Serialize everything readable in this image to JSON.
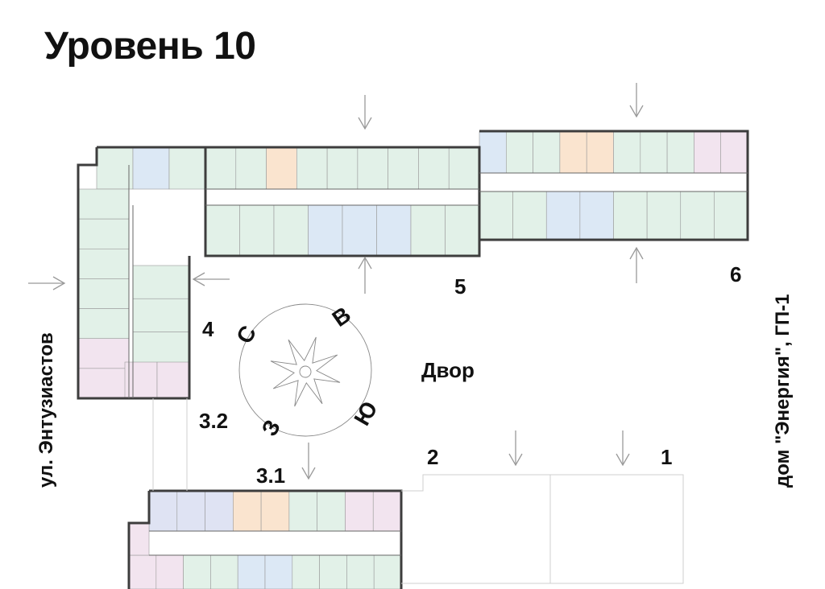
{
  "title": "Уровень 10",
  "street_label": "ул. Энтузиастов",
  "neighbor_label": "дом \"Энергия\", ГП-1",
  "yard_label": "Двор",
  "section_labels": {
    "s1": "1",
    "s2": "2",
    "s31": "3.1",
    "s32": "3.2",
    "s4": "4",
    "s5": "5",
    "s6": "6"
  },
  "compass": {
    "north": "С",
    "east": "В",
    "south": "Ю",
    "west": "З"
  },
  "colors": {
    "studio": "#dce8f5",
    "one_room": "#fae4cf",
    "two_room": "#e2f1e8",
    "three_room": "#f2e4ef",
    "four_room": "#dfe3f3",
    "wall": "#3d3d3d"
  }
}
